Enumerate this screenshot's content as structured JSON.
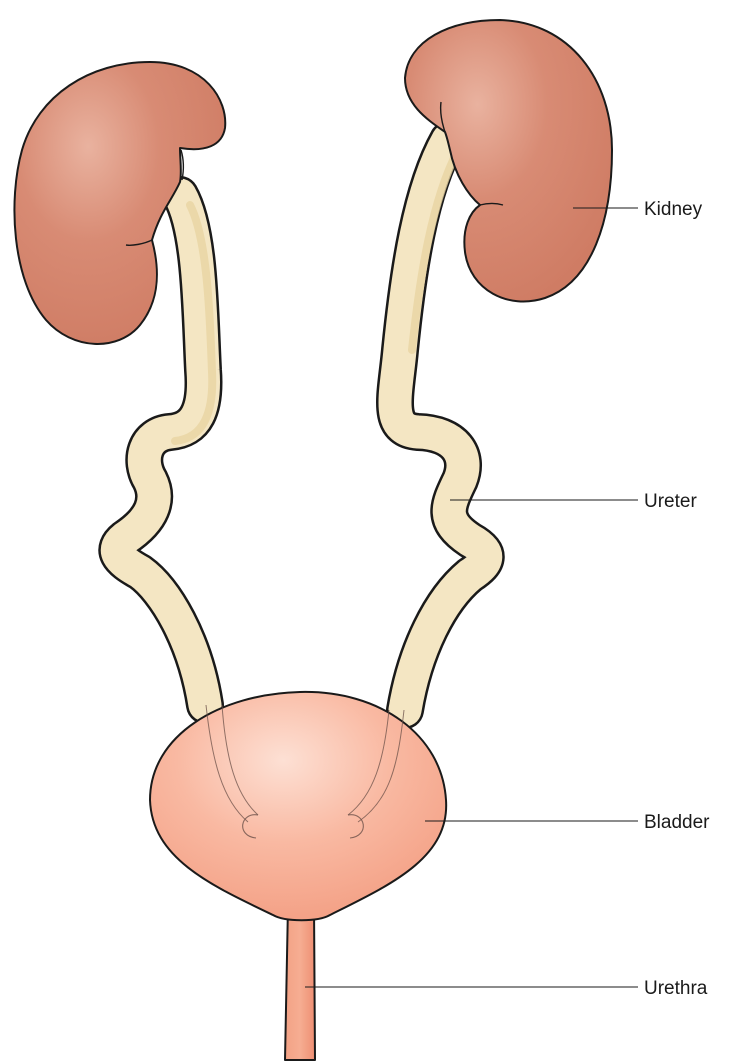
{
  "labels": {
    "kidney": "Kidney",
    "ureter": "Ureter",
    "bladder": "Bladder",
    "urethra": "Urethra"
  },
  "colors": {
    "kidney": "#d4846c",
    "kidney_highlight": "#e9b29f",
    "ureter": "#f4e6c3",
    "ureter_shade": "#e8d4a2",
    "bladder": "#f5a58a",
    "bladder_highlight": "#fbd3c4",
    "urethra": "#f0957a",
    "outline": "#1a1a1a"
  }
}
